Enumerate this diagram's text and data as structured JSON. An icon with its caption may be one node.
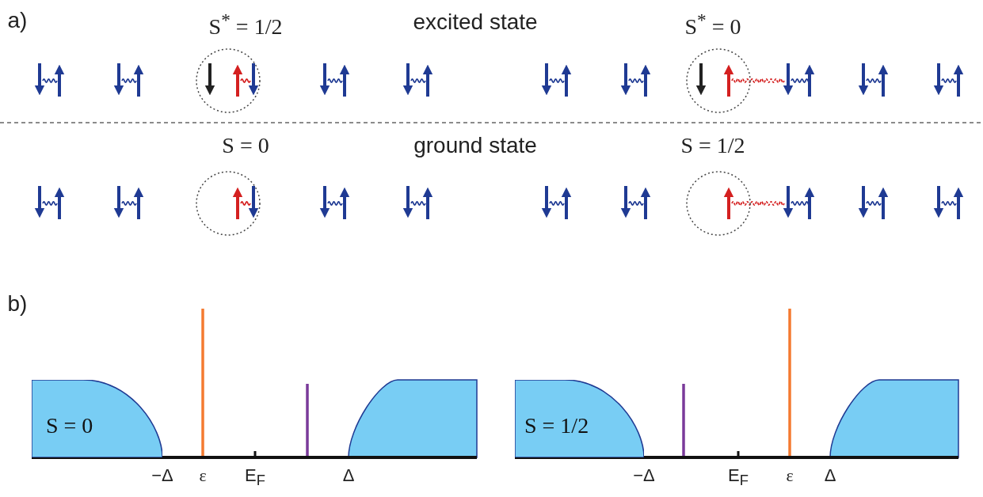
{
  "diagram": {
    "nodes": [
      {
        "text": [
          "S = 0"
        ]
      },
      {
        "text": [
          "S = 1/2"
        ]
      }
    ],
    "labels": [
      "a)",
      "S$^{*}$ = 1/2",
      "excited state",
      "S$^{*}$ = 0",
      "S = 0",
      "ground state",
      "S = 1/2",
      "b)",
      "−Δ",
      "ε",
      "E$_{F}$",
      "Δ",
      "−Δ",
      "E$_{F}$",
      "ε",
      "Δ"
    ]
  }
}
